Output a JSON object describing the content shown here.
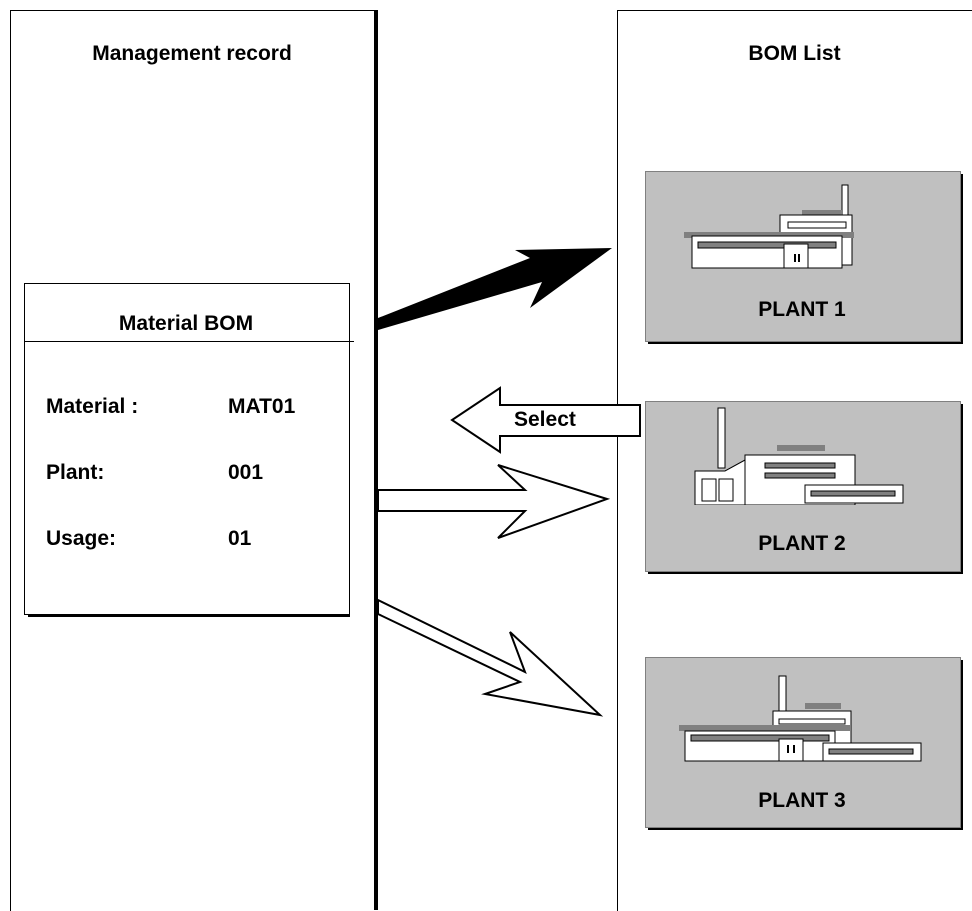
{
  "left_panel": {
    "title": "Management record"
  },
  "right_panel": {
    "title": "BOM List"
  },
  "material_bom": {
    "title": "Material BOM",
    "fields": [
      {
        "label": "Material :",
        "value": "MAT01"
      },
      {
        "label": "Plant:",
        "value": "001"
      },
      {
        "label": "Usage:",
        "value": "01"
      }
    ]
  },
  "plants": [
    {
      "label": "PLANT 1",
      "icon": "factory-icon"
    },
    {
      "label": "PLANT 2",
      "icon": "factory-icon"
    },
    {
      "label": "PLANT 3",
      "icon": "factory-icon"
    }
  ],
  "arrows": {
    "select_label": "Select"
  },
  "colors": {
    "card": "#c0c0c0",
    "roof": "#808080",
    "line": "#000000"
  }
}
